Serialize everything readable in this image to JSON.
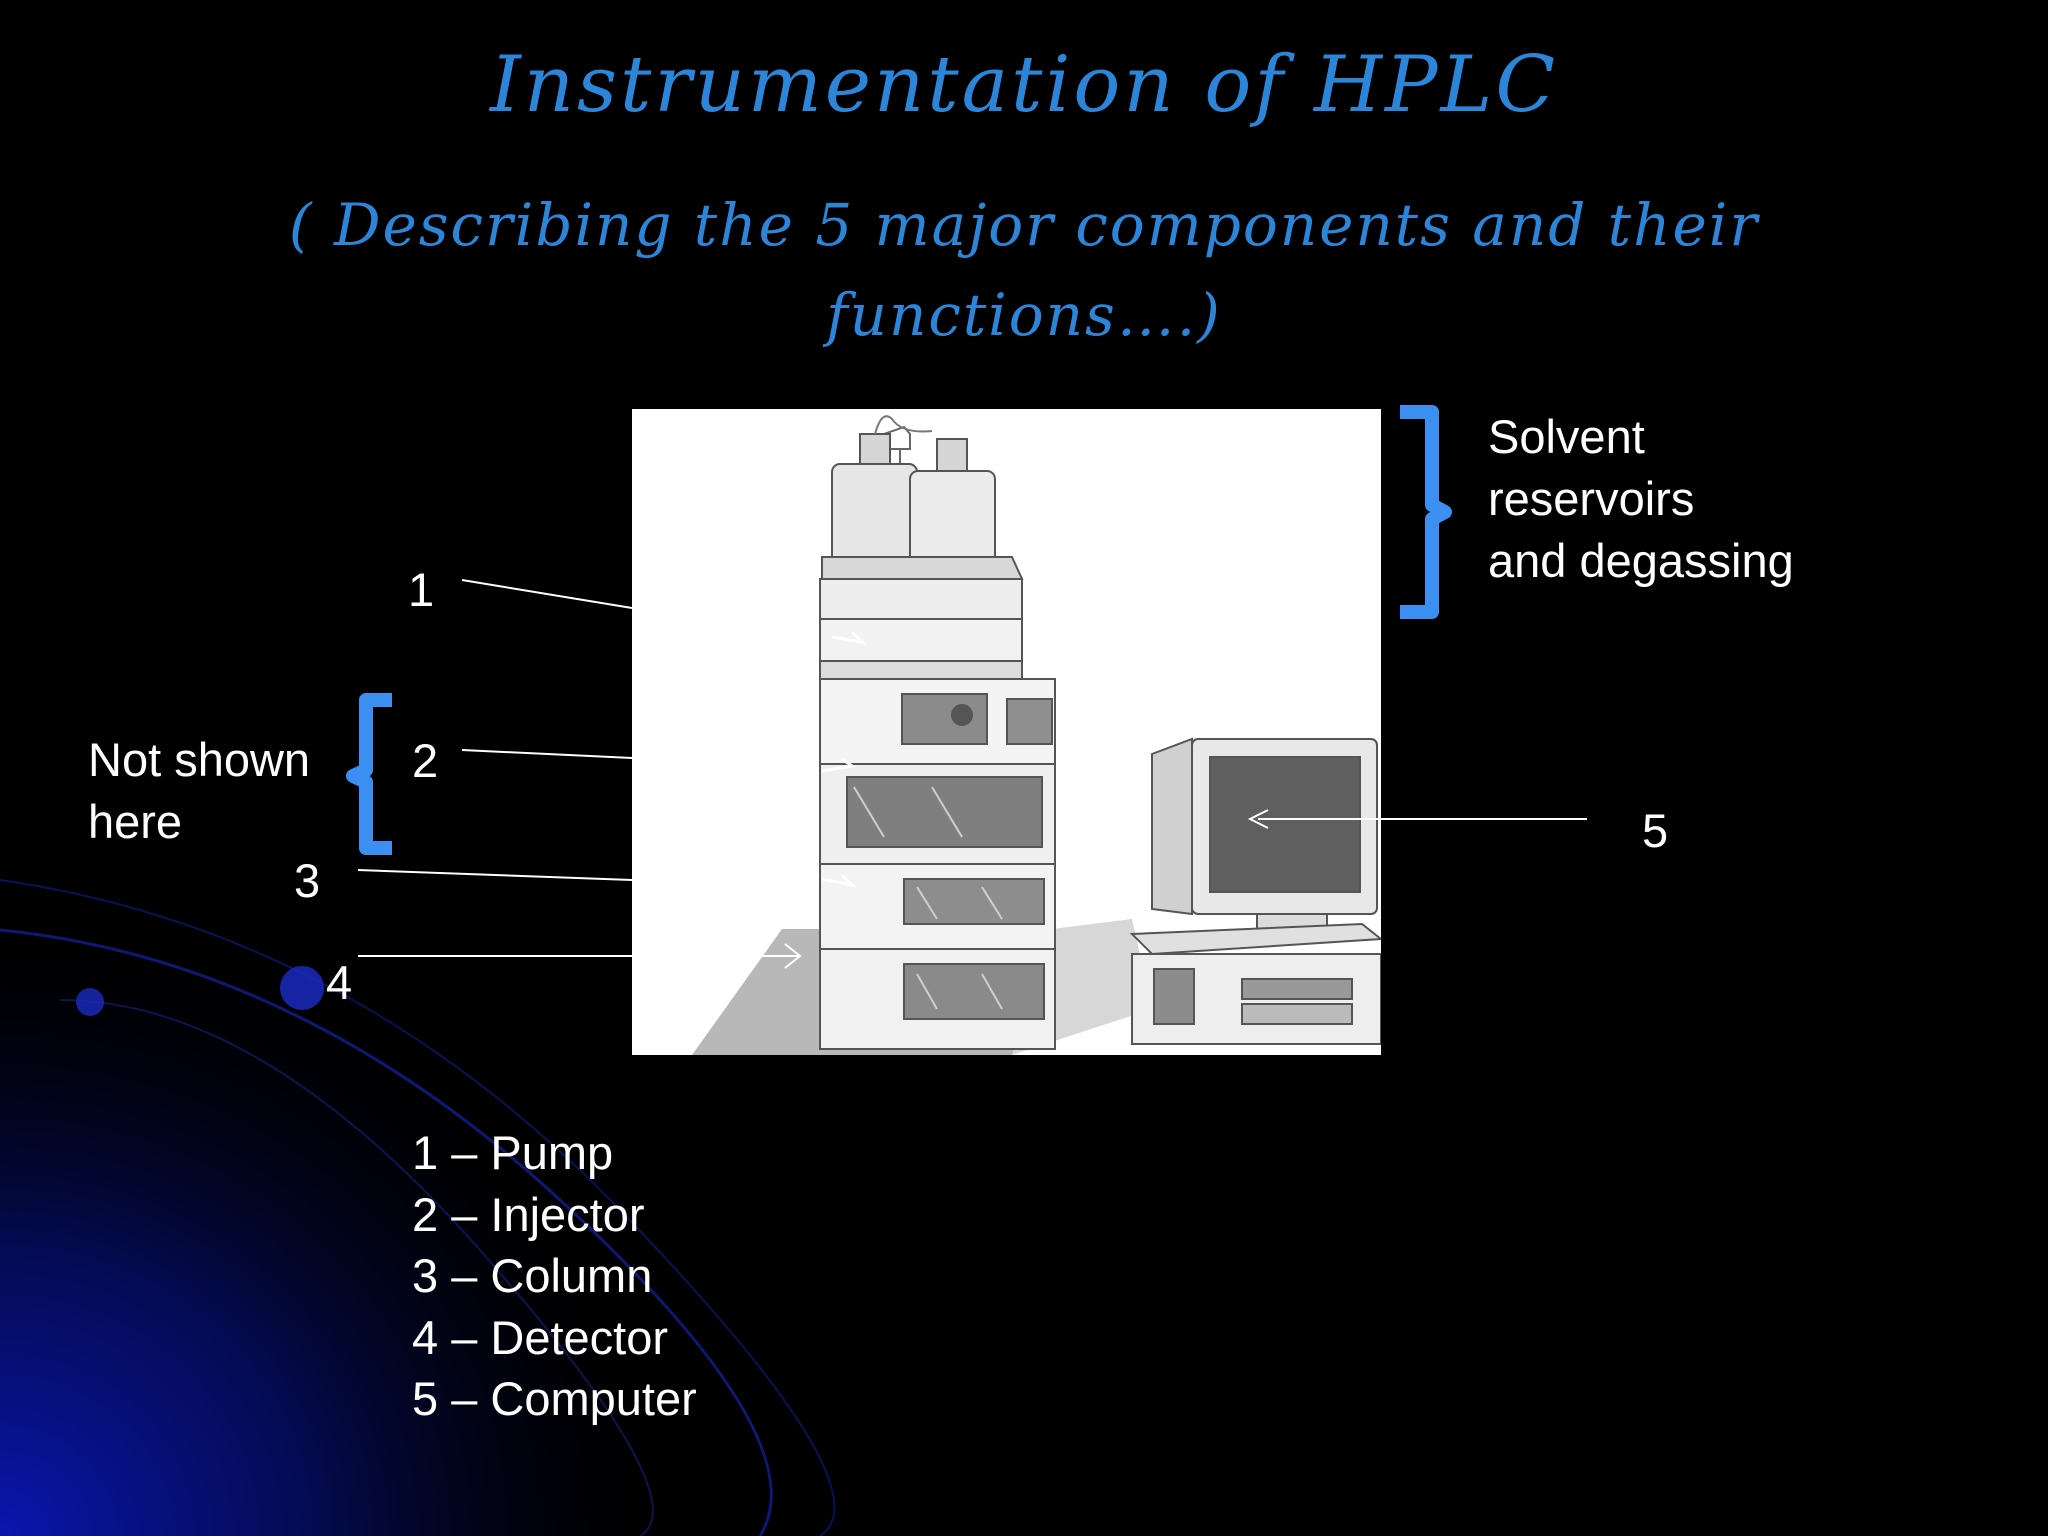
{
  "slide": {
    "title": "Instrumentation of HPLC",
    "subtitle": "( Describing the 5 major components and their functions….)"
  },
  "callouts": {
    "solvent": [
      "Solvent",
      "reservoirs",
      "and  degassing"
    ],
    "not_shown": [
      "Not shown",
      "here"
    ],
    "numbers": [
      "1",
      "2",
      "3",
      "4",
      "5"
    ]
  },
  "legend": [
    "1 – Pump",
    "2 – Injector",
    "3 – Column",
    "4 – Detector",
    "5 – Computer"
  ],
  "colors": {
    "title": "#2b86d9",
    "bracket": "#3b8ff0",
    "background": "#000000",
    "glow": "#0a16b0"
  },
  "icons": [
    "hplc-instrument-image",
    "solvent-bottle-icon",
    "computer-monitor-icon"
  ]
}
